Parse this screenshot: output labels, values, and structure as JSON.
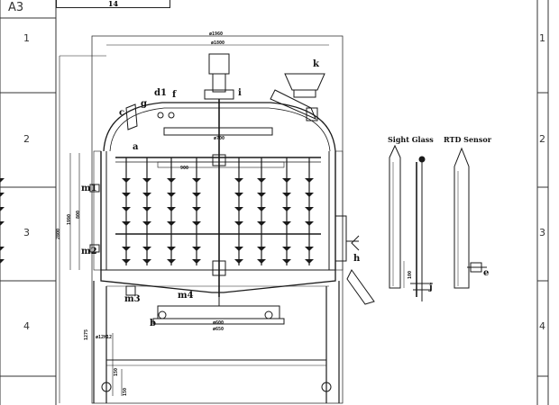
{
  "sheet": {
    "label": "A3",
    "title_strip": "14"
  },
  "zones_left": [
    "1",
    "2",
    "3",
    "4"
  ],
  "zones_right": [
    "1",
    "2",
    "3",
    "4"
  ],
  "dimensions": {
    "d1960": "ø1960",
    "d1800": "ø1800",
    "d700": "ø700",
    "d900": "900",
    "d1990": "1990",
    "d830": "800",
    "d2800": "2800",
    "d600": "ø600",
    "d650": "ø650",
    "d1275": "1275",
    "d150": "150",
    "d12h12": "ø12H12",
    "d150b": "150",
    "d100": "100"
  },
  "labels": {
    "k": "k",
    "d1": "d1",
    "f": "f",
    "g": "g",
    "c": "c",
    "i": "i",
    "a": "a",
    "m1": "m1",
    "m2": "m2",
    "m3": "m3",
    "m4": "m4",
    "b": "b",
    "h": "h",
    "j": "j",
    "e": "e"
  },
  "headers": {
    "sight_glass": "Sight Glass",
    "rtd_sensor": "RTD Sensor"
  },
  "colors": {
    "line": "#1a1a1a",
    "frame": "#333333"
  }
}
